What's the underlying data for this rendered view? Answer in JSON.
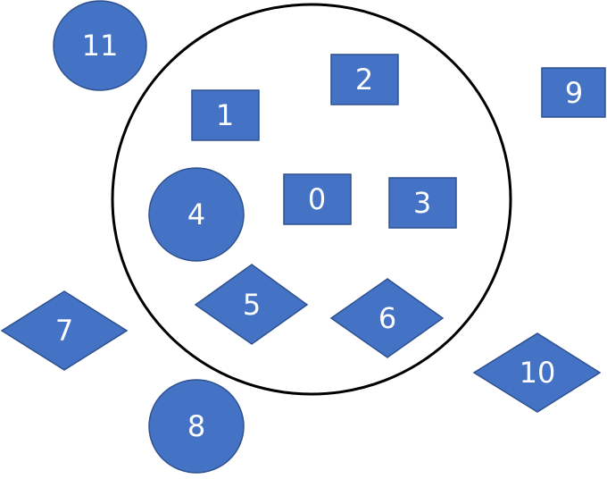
{
  "colors": {
    "fill": "#4472c4",
    "stroke": "#2f528f",
    "label": "#ffffff",
    "boundary": "#000000"
  },
  "nodes": [
    {
      "id": "0",
      "label": "0",
      "shape": "square"
    },
    {
      "id": "1",
      "label": "1",
      "shape": "square"
    },
    {
      "id": "2",
      "label": "2",
      "shape": "square"
    },
    {
      "id": "3",
      "label": "3",
      "shape": "square"
    },
    {
      "id": "4",
      "label": "4",
      "shape": "circle"
    },
    {
      "id": "5",
      "label": "5",
      "shape": "diamond"
    },
    {
      "id": "6",
      "label": "6",
      "shape": "diamond"
    },
    {
      "id": "7",
      "label": "7",
      "shape": "diamond"
    },
    {
      "id": "8",
      "label": "8",
      "shape": "circle"
    },
    {
      "id": "9",
      "label": "9",
      "shape": "square"
    },
    {
      "id": "10",
      "label": "10",
      "shape": "diamond"
    },
    {
      "id": "11",
      "label": "11",
      "shape": "circle"
    }
  ]
}
